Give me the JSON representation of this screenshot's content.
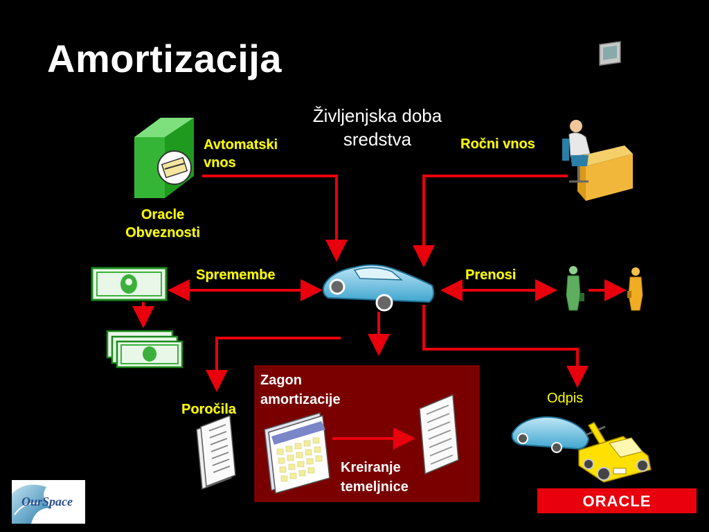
{
  "title": "Amortizacija",
  "subtitle_line1": "Življenjska doba",
  "subtitle_line2": "sredstva",
  "labels": {
    "avtomatski_line1": "Avtomatski",
    "avtomatski_line2": "vnos",
    "rocni": "Ročni vnos",
    "oracle_line1": "Oracle",
    "oracle_line2": "Obveznosti",
    "spremembe": "Spremembe",
    "prenosi": "Prenosi",
    "porocila": "Poročila",
    "zagon_line1": "Zagon",
    "zagon_line2": "amortizacije",
    "kreiranje_line1": "Kreiranje",
    "kreiranje_line2": "temeljnice",
    "odpis": "Odpis"
  },
  "logos": {
    "oracle": "ORACLE",
    "ourspace": "OurSpace"
  },
  "colors": {
    "arrow": "#e8000d",
    "highlight_text": "#ffff00",
    "zagon_box": "#7a0000",
    "oracle_brand": "#e8000d"
  },
  "icons": [
    "ap-module-icon",
    "computer-user-icon",
    "car-icon",
    "money-icon",
    "money-stack-icon",
    "person-icon",
    "report-icon",
    "calendar-icon",
    "journal-icon",
    "tow-truck-icon"
  ]
}
